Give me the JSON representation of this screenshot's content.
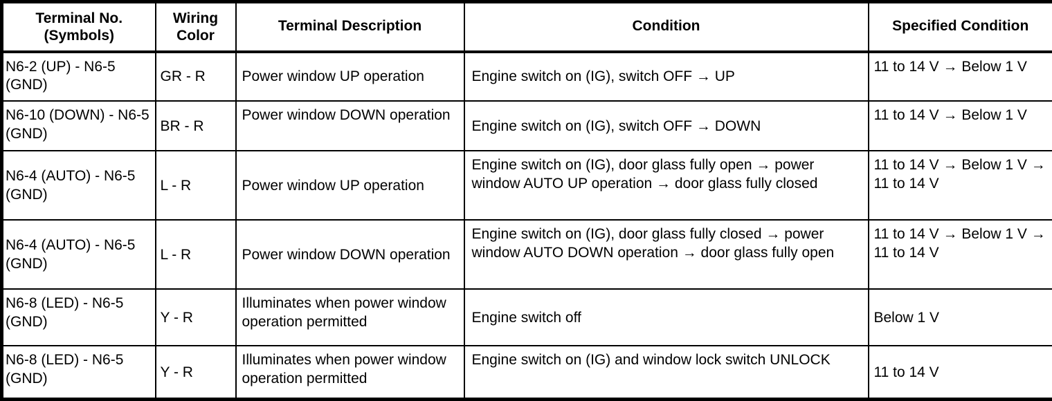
{
  "table": {
    "headers": [
      "Terminal No.\n(Symbols)",
      "Wiring\nColor",
      "Terminal Description",
      "Condition",
      "Specified Condition"
    ],
    "headers_flat": {
      "terminal_line1": "Terminal No.",
      "terminal_line2": "(Symbols)",
      "wiring_line1": "Wiring",
      "wiring_line2": "Color",
      "description": "Terminal Description",
      "condition": "Condition",
      "specified_condition": "Specified Condition"
    },
    "rows": [
      {
        "terminal": "N6-2 (UP) - N6-5 (GND)",
        "wiring_color": "GR - R",
        "description": "Power window UP operation",
        "condition": "Engine switch on (IG), switch OFF → UP",
        "specified_condition": "11 to 14 V → Below 1 V"
      },
      {
        "terminal": "N6-10 (DOWN) - N6-5 (GND)",
        "wiring_color": "BR - R",
        "description": "Power window DOWN operation",
        "condition": "Engine switch on (IG), switch OFF → DOWN",
        "specified_condition": "11 to 14 V → Below 1 V"
      },
      {
        "terminal": "N6-4 (AUTO) - N6-5 (GND)",
        "wiring_color": "L - R",
        "description": "Power window UP operation",
        "condition": "Engine switch on (IG), door glass fully open → power window AUTO UP operation → door glass fully closed",
        "specified_condition": "11 to 14 V → Below 1 V → 11 to 14 V"
      },
      {
        "terminal": "N6-4 (AUTO) - N6-5 (GND)",
        "wiring_color": "L - R",
        "description": "Power window DOWN operation",
        "condition": "Engine switch on (IG), door glass fully closed → power window AUTO DOWN operation → door glass fully open",
        "specified_condition": "11 to 14 V → Below 1 V → 11 to 14 V"
      },
      {
        "terminal": "N6-8 (LED) - N6-5 (GND)",
        "wiring_color": "Y - R",
        "description": "Illuminates when power window operation permitted",
        "condition": "Engine switch off",
        "specified_condition": "Below 1 V"
      },
      {
        "terminal": "N6-8 (LED) - N6-5 (GND)",
        "wiring_color": "Y - R",
        "description": "Illuminates when power window operation permitted",
        "condition": "Engine switch on (IG) and window lock switch UNLOCK",
        "specified_condition": "11 to 14 V"
      }
    ]
  },
  "colors": {
    "border": "#000000",
    "text": "#000000",
    "background": "#ffffff"
  }
}
